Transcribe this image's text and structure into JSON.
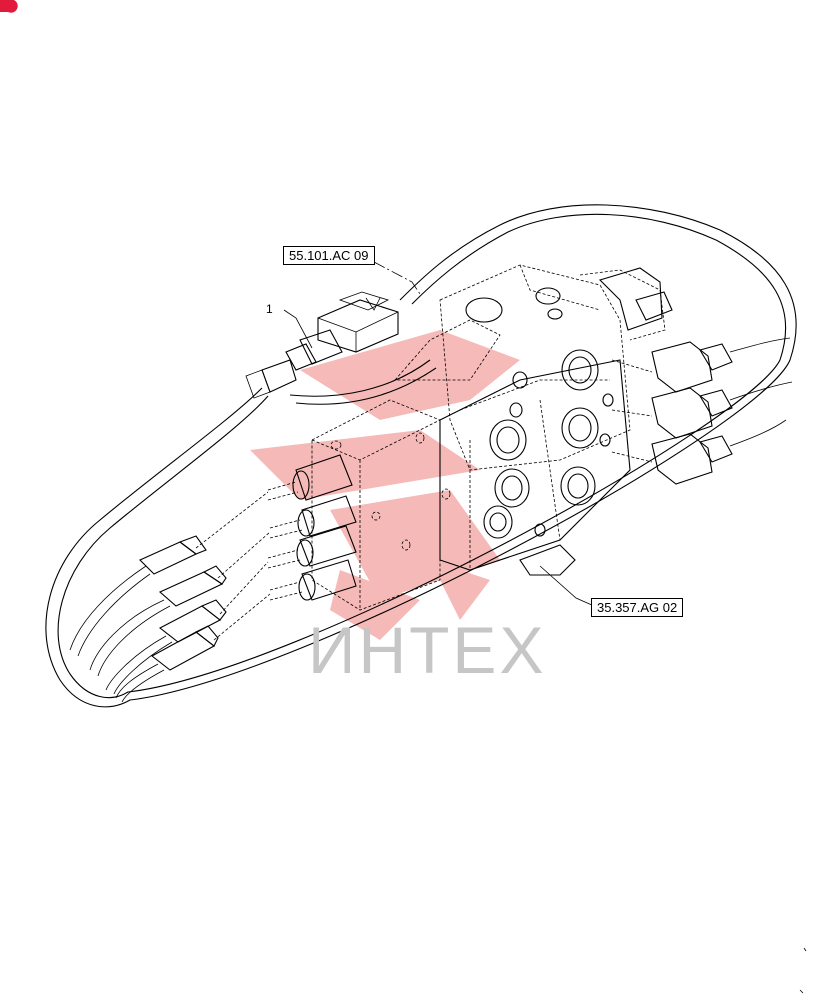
{
  "diagram": {
    "reference_labels": [
      {
        "id": "ref-a",
        "text": "55.101.AC 09"
      },
      {
        "id": "ref-b",
        "text": "35.357.AG 02"
      }
    ],
    "callouts": [
      {
        "id": "callout-1",
        "text": "1"
      }
    ],
    "watermark": {
      "text": "ИНТЕХ",
      "color": "#e53935"
    },
    "colors": {
      "line": "#000000",
      "watermark_red": "#e53935",
      "watermark_gray": "#c6c6c6"
    }
  }
}
